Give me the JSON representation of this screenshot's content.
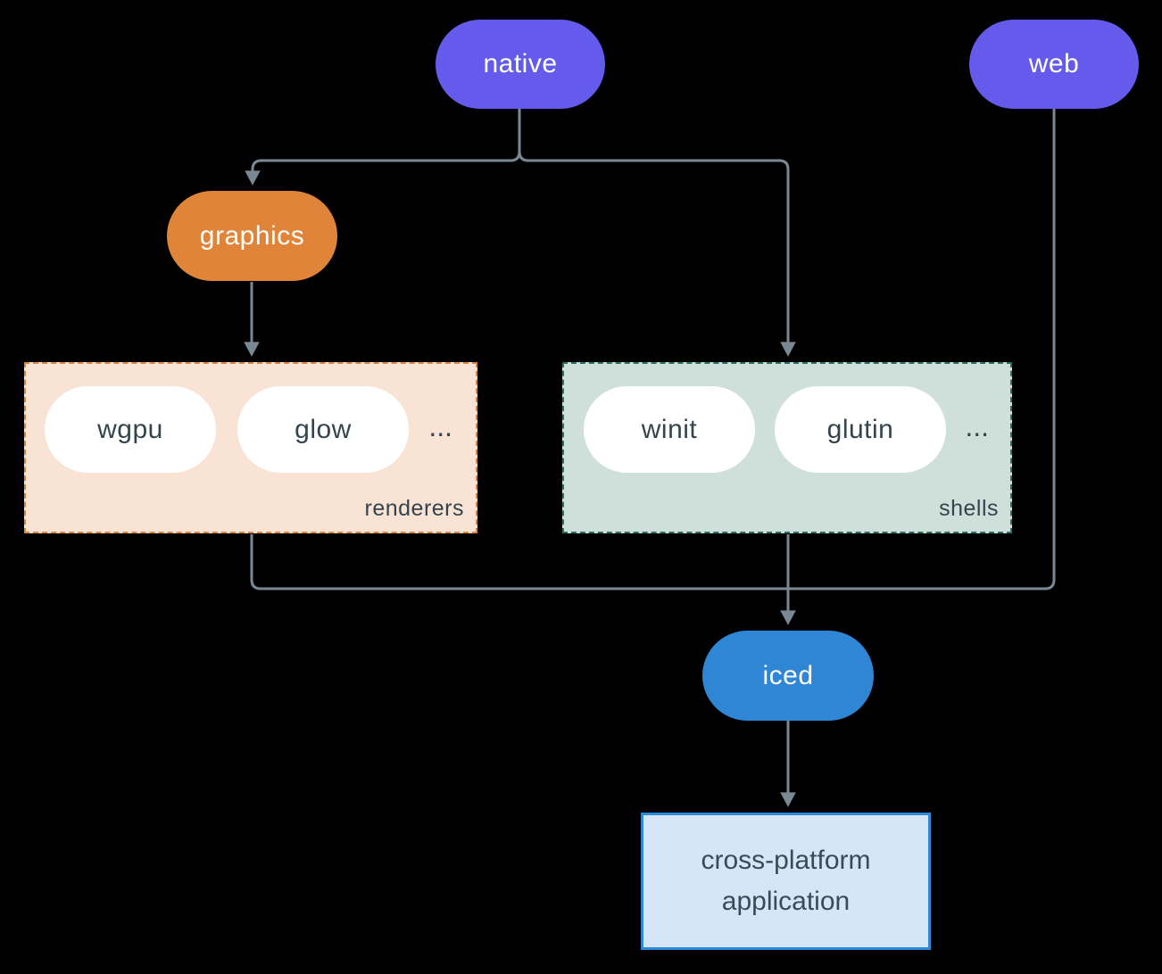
{
  "nodes": {
    "native": "native",
    "web": "web",
    "graphics": "graphics",
    "iced": "iced",
    "application": "cross-platform application"
  },
  "renderers": {
    "label": "renderers",
    "pills": [
      "wgpu",
      "glow"
    ],
    "ellipsis": "..."
  },
  "shells": {
    "label": "shells",
    "pills": [
      "winit",
      "glutin"
    ],
    "ellipsis": "..."
  },
  "colors": {
    "background": "#000000",
    "native_web_pill": "#645AEC",
    "graphics_pill": "#E08439",
    "iced_pill": "#2E86D4",
    "white_pill": "#FFFFFF",
    "renderers_fill": "#F9E3D4",
    "renderers_border": "#E08439",
    "shells_fill": "#CFE0DA",
    "shells_border": "#2E6F63",
    "application_fill": "#D4E6F7",
    "application_border": "#2F88D8",
    "connector_line": "#7A8894",
    "dark_text": "#34444E",
    "pill_text": "#FFFFFF"
  }
}
